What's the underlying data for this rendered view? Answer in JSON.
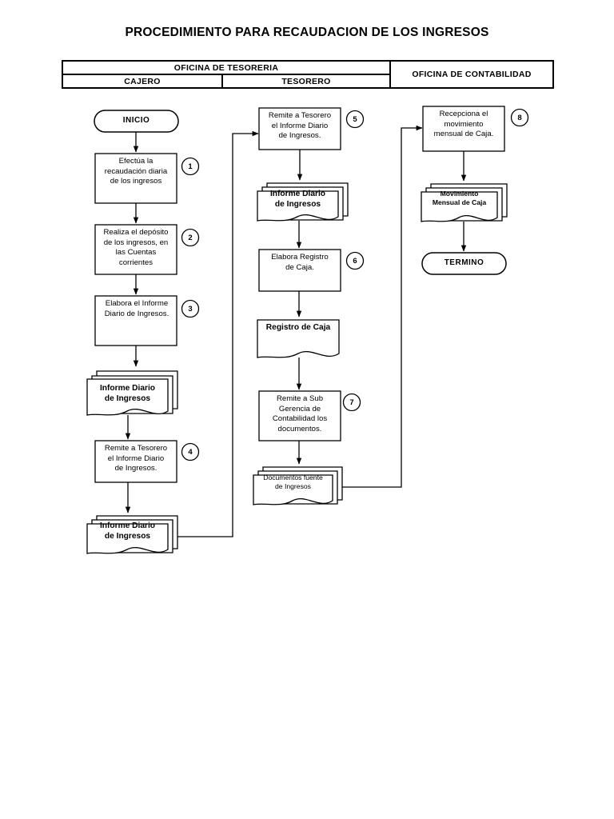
{
  "title": "PROCEDIMIENTO PARA RECAUDACION DE LOS INGRESOS",
  "header": {
    "tesoreria": "OFICINA DE TESORERIA",
    "cajero": "CAJERO",
    "tesorero": "TESORERO",
    "contabilidad": "OFICINA DE CONTABILIDAD"
  },
  "colors": {
    "line": "#000000",
    "background": "#ffffff",
    "text": "#000000"
  },
  "nodes": {
    "inicio": "INICIO",
    "termino": "TERMINO",
    "step1": "Efectúa la\nrecaudación diaria\nde los ingresos",
    "step2": "Realiza el depósito\nde los ingresos, en\nlas Cuentas\ncorrientes",
    "step3": "Elabora el Informe\nDiario de Ingresos.",
    "doc1": "Informe Diario\nde Ingresos",
    "step4": "Remite a Tesorero\nel Informe Diario\nde Ingresos.",
    "doc2": "Informe Diario\nde Ingresos",
    "step5": "Remite a Tesorero\nel Informe Diario\nde Ingresos.",
    "doc3": "Informe Diario\nde Ingresos",
    "step6": "Elabora Registro\nde Caja.",
    "doc4": "Registro de Caja",
    "step7": "Remite a Sub\nGerencia de\nContabilidad los\ndocumentos.",
    "doc5": "Documentos fuente\nde Ingresos",
    "step8": "Recepciona el\nmovimiento\nmensual de Caja.",
    "doc6": "Movimiento\nMensual de Caja"
  },
  "step_numbers": {
    "n1": "1",
    "n2": "2",
    "n3": "3",
    "n4": "4",
    "n5": "5",
    "n6": "6",
    "n7": "7",
    "n8": "8"
  }
}
